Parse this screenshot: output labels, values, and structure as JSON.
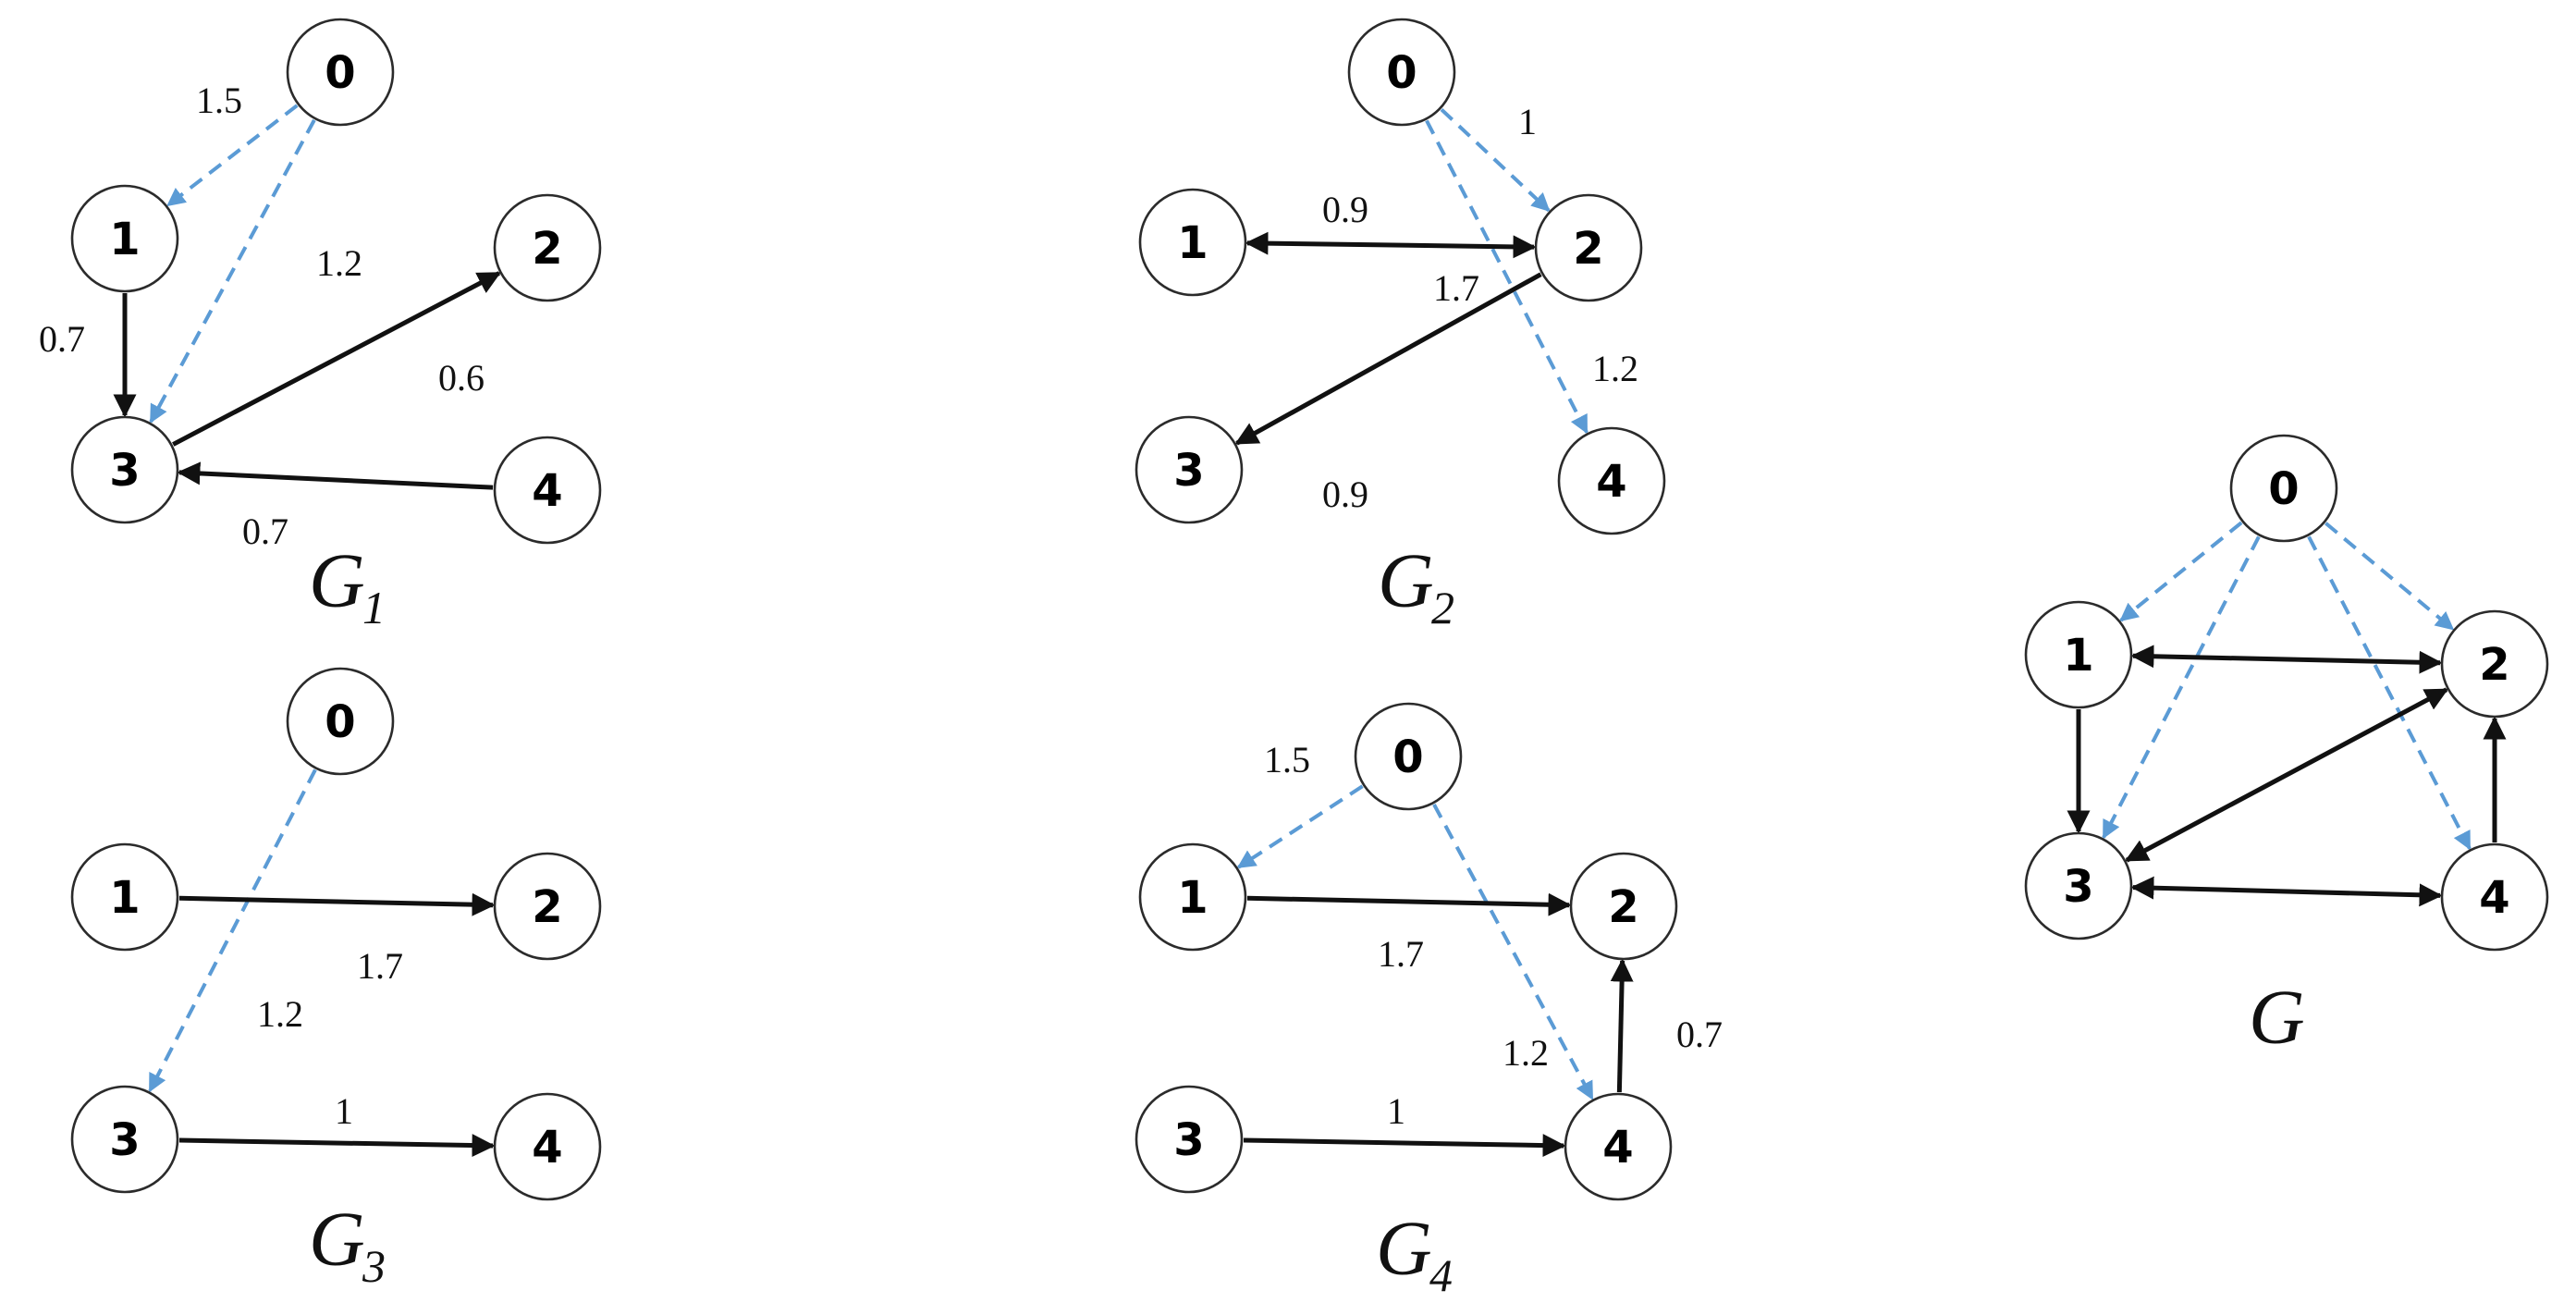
{
  "colors": {
    "solid_edge": "#111111",
    "dashed_edge": "#5b9bd5",
    "node_stroke": "#2b2b2b",
    "node_fill": "#ffffff"
  },
  "graphs": [
    {
      "id": "G1",
      "title": "G",
      "subscript": "1",
      "nodes": [
        "0",
        "1",
        "2",
        "3",
        "4"
      ],
      "edges": [
        {
          "from": "0",
          "to": "1",
          "style": "dashed",
          "weight": "1.5"
        },
        {
          "from": "0",
          "to": "3",
          "style": "dashed",
          "weight": "1.2"
        },
        {
          "from": "1",
          "to": "3",
          "style": "solid",
          "weight": "0.7"
        },
        {
          "from": "3",
          "to": "2",
          "style": "solid",
          "weight": "0.6"
        },
        {
          "from": "4",
          "to": "3",
          "style": "solid",
          "weight": "0.7"
        }
      ]
    },
    {
      "id": "G2",
      "title": "G",
      "subscript": "2",
      "nodes": [
        "0",
        "1",
        "2",
        "3",
        "4"
      ],
      "edges": [
        {
          "from": "0",
          "to": "2",
          "style": "dashed",
          "weight": "1"
        },
        {
          "from": "0",
          "to": "4",
          "style": "dashed",
          "weight": "1.2"
        },
        {
          "from": "1",
          "to": "2",
          "style": "solid",
          "bidirectional": true,
          "weight": "0.9"
        },
        {
          "from": "2",
          "to": "3",
          "style": "solid",
          "weight": "0.9"
        }
      ],
      "extra_labels": [
        "1.7"
      ]
    },
    {
      "id": "G3",
      "title": "G",
      "subscript": "3",
      "nodes": [
        "0",
        "1",
        "2",
        "3",
        "4"
      ],
      "edges": [
        {
          "from": "0",
          "to": "3",
          "style": "dashed",
          "weight": "1.2"
        },
        {
          "from": "1",
          "to": "2",
          "style": "solid",
          "weight": "1.7"
        },
        {
          "from": "3",
          "to": "4",
          "style": "solid",
          "weight": "1"
        }
      ]
    },
    {
      "id": "G4",
      "title": "G",
      "subscript": "4",
      "nodes": [
        "0",
        "1",
        "2",
        "3",
        "4"
      ],
      "edges": [
        {
          "from": "0",
          "to": "1",
          "style": "dashed",
          "weight": "1.5"
        },
        {
          "from": "0",
          "to": "4",
          "style": "dashed",
          "weight": "1.2"
        },
        {
          "from": "1",
          "to": "2",
          "style": "solid",
          "weight": "1.7"
        },
        {
          "from": "3",
          "to": "4",
          "style": "solid",
          "weight": "1"
        },
        {
          "from": "4",
          "to": "2",
          "style": "solid",
          "weight": "0.7"
        }
      ]
    },
    {
      "id": "G",
      "title": "G",
      "subscript": "",
      "nodes": [
        "0",
        "1",
        "2",
        "3",
        "4"
      ],
      "edges": [
        {
          "from": "0",
          "to": "1",
          "style": "dashed"
        },
        {
          "from": "0",
          "to": "2",
          "style": "dashed"
        },
        {
          "from": "0",
          "to": "3",
          "style": "dashed"
        },
        {
          "from": "0",
          "to": "4",
          "style": "dashed"
        },
        {
          "from": "1",
          "to": "2",
          "style": "solid",
          "bidirectional": true
        },
        {
          "from": "1",
          "to": "3",
          "style": "solid"
        },
        {
          "from": "2",
          "to": "3",
          "style": "solid",
          "bidirectional": true
        },
        {
          "from": "3",
          "to": "4",
          "style": "solid",
          "bidirectional": true
        },
        {
          "from": "4",
          "to": "2",
          "style": "solid"
        }
      ]
    }
  ]
}
